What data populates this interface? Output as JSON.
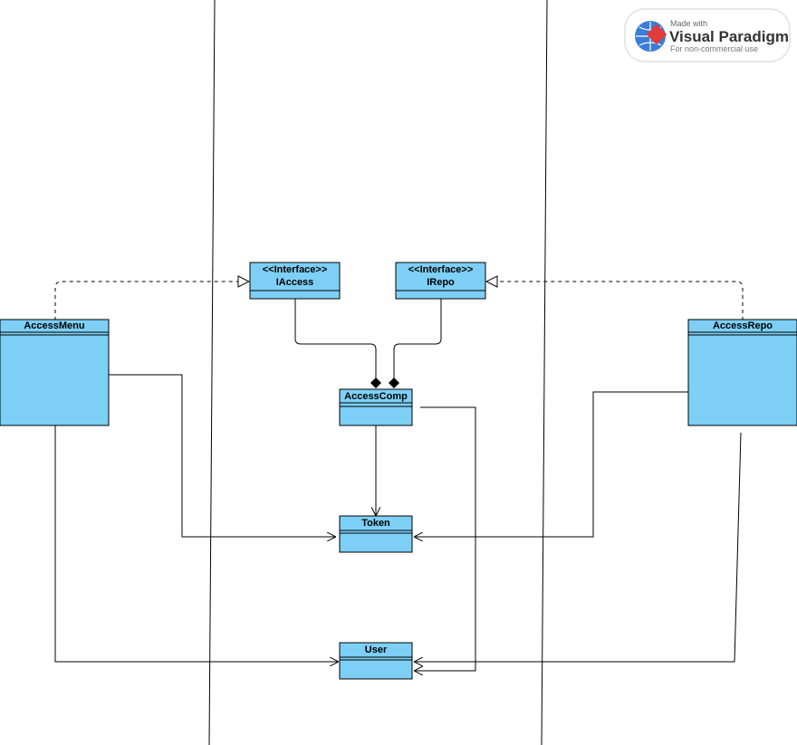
{
  "watermark": {
    "line1": "Made with",
    "line2": "Visual Paradigm",
    "line3": "For non-commercial use"
  },
  "colors": {
    "class_fill": "#7dcff5",
    "stroke": "#000000",
    "logo_blue": "#3b7dd8",
    "logo_red": "#e03a3a"
  },
  "classes": {
    "iaccess": {
      "stereotype": "<<Interface>>",
      "name": "IAccess"
    },
    "irepo": {
      "stereotype": "<<Interface>>",
      "name": "IRepo"
    },
    "access_menu": {
      "name": "AccessMenu"
    },
    "access_repo": {
      "name": "AccessRepo"
    },
    "access_comp": {
      "name": "AccessComp"
    },
    "token": {
      "name": "Token"
    },
    "user": {
      "name": "User"
    }
  },
  "relationships": [
    {
      "from": "AccessMenu",
      "to": "IAccess",
      "kind": "realization"
    },
    {
      "from": "AccessRepo",
      "to": "IRepo",
      "kind": "realization"
    },
    {
      "from": "IAccess",
      "to": "AccessComp",
      "kind": "composition"
    },
    {
      "from": "IRepo",
      "to": "AccessComp",
      "kind": "composition"
    },
    {
      "from": "AccessComp",
      "to": "Token",
      "kind": "association"
    },
    {
      "from": "AccessComp",
      "to": "User",
      "kind": "association"
    },
    {
      "from": "AccessMenu",
      "to": "Token",
      "kind": "association"
    },
    {
      "from": "AccessMenu",
      "to": "User",
      "kind": "association"
    },
    {
      "from": "AccessRepo",
      "to": "Token",
      "kind": "association"
    },
    {
      "from": "AccessRepo",
      "to": "User",
      "kind": "association"
    }
  ]
}
